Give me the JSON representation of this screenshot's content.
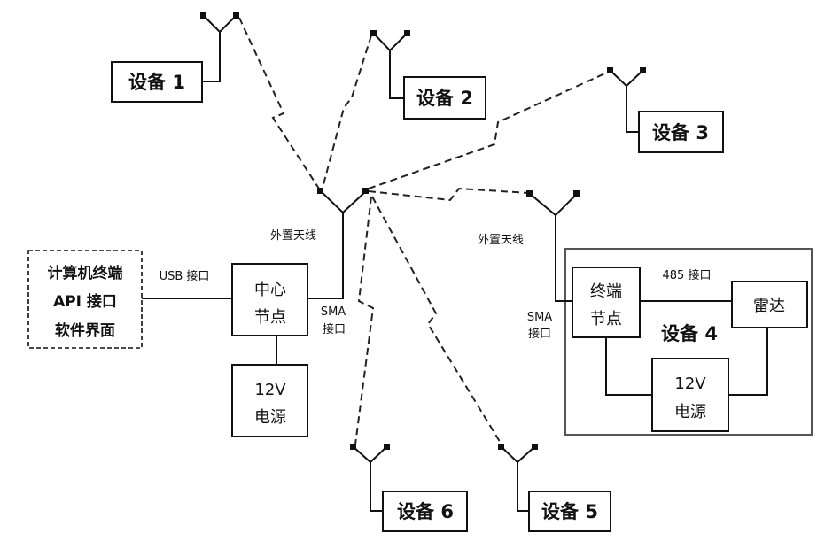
{
  "devices": {
    "d1": "设备 1",
    "d2": "设备 2",
    "d3": "设备 3",
    "d4": "设备 4",
    "d5": "设备 5",
    "d6": "设备 6"
  },
  "computer_terminal": {
    "line1": "计算机终端",
    "line2": "API 接口",
    "line3": "软件界面"
  },
  "usb_label": "USB 接口",
  "center_node": {
    "line1": "中心",
    "line2": "节点"
  },
  "center_power": {
    "line1": "12V",
    "line2": "电源"
  },
  "center_sma": {
    "line1": "SMA",
    "line2": "接口"
  },
  "center_antenna_label": "外置天线",
  "terminal_antenna_label": "外置天线",
  "terminal_sma": {
    "line1": "SMA",
    "line2": "接口"
  },
  "terminal_node": {
    "line1": "终端",
    "line2": "节点"
  },
  "radar": "雷达",
  "rs485_label": "485 接口",
  "terminal_power": {
    "line1": "12V",
    "line2": "电源"
  }
}
